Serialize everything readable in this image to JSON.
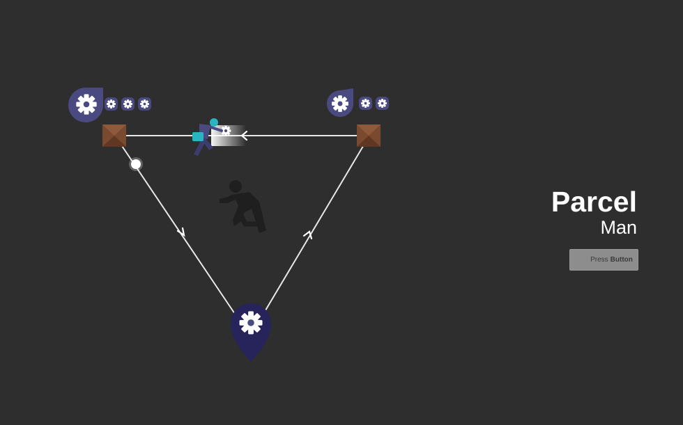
{
  "title": {
    "main": "Parcel",
    "sub": "Man"
  },
  "button": {
    "prefix": "Press",
    "bold": "Button"
  },
  "icons": {
    "pins": [
      "gear-pin-icon",
      "gear-pin-icon",
      "gear-destination-pin-icon"
    ],
    "depots": [
      "crate-icon",
      "crate-icon"
    ],
    "player": "courier-character-icon",
    "hint": "running-figure-icon"
  },
  "depots": [
    {
      "name": "left-depot",
      "pending_parcels": 3
    },
    {
      "name": "right-depot",
      "pending_parcels": 2
    }
  ],
  "colors": {
    "background": "#2e2e2e",
    "pin": "#4b4a80",
    "destination_pin": "#26245a",
    "route": "#e8e8e8",
    "crate": "#7a4a30",
    "button": "#8d8d8d"
  }
}
